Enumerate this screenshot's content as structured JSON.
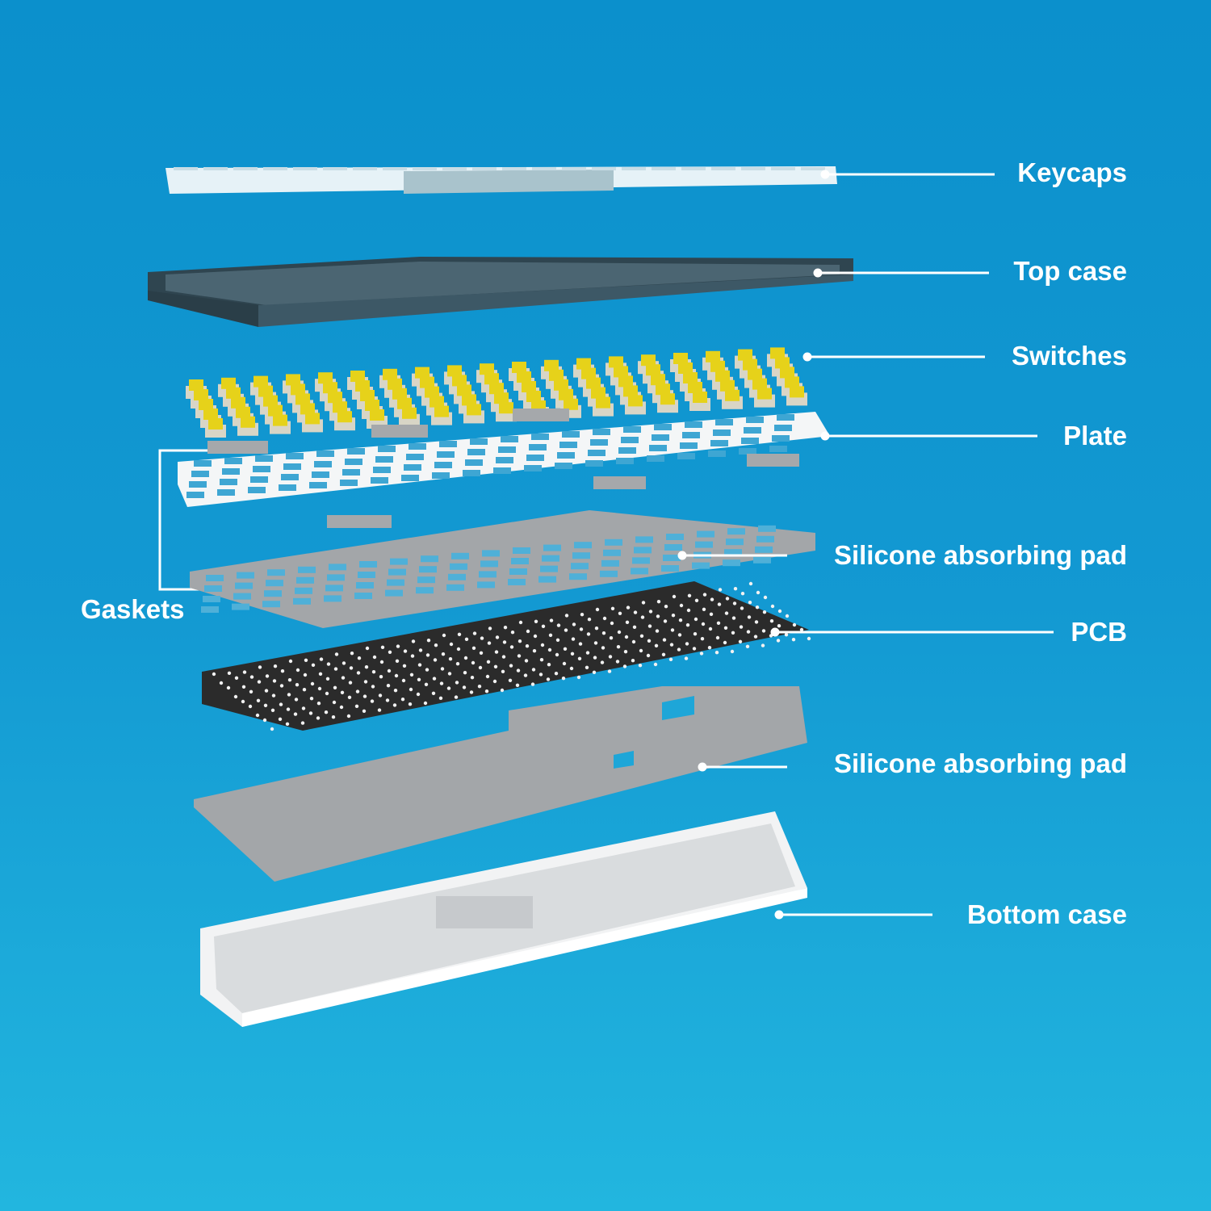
{
  "title": "Keyboard exploded view",
  "labels": {
    "keycaps": "Keycaps",
    "top_case": "Top case",
    "switches": "Switches",
    "plate": "Plate",
    "silicone_pad_1": "Silicone absorbing pad",
    "gaskets": "Gaskets",
    "pcb": "PCB",
    "silicone_pad_2": "Silicone absorbing pad",
    "bottom_case": "Bottom case"
  },
  "colors": {
    "keycap": "#e6f2f7",
    "keycap_space": "#a9c3cc",
    "top_case": "#3d5866",
    "switch": "#e6d21a",
    "plate": "#f4f6f7",
    "silicone": "#a3a6a9",
    "pcb": "#2b2b2b",
    "bottom_case": "#f2f3f4"
  }
}
